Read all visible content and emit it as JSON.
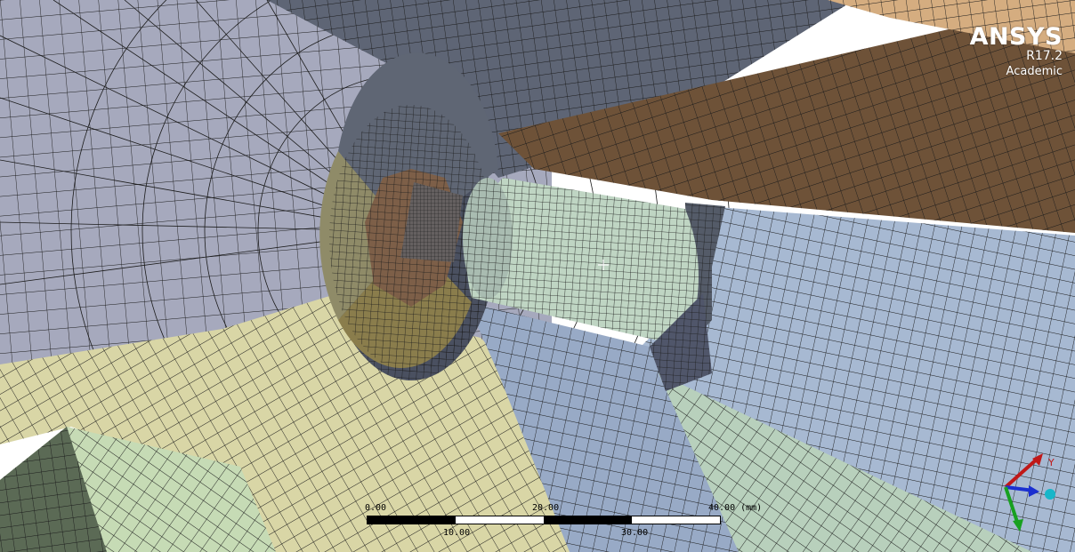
{
  "viewer": {
    "brand": "ANSYS",
    "version": "R17.2",
    "license": "Academic"
  },
  "scale_bar": {
    "unit_label": "40.00 (mm)",
    "ticks_top": [
      "0.00",
      "20.00",
      "40.00 (mm)"
    ],
    "ticks_bottom": [
      "10.00",
      "30.00"
    ]
  },
  "triad": {
    "axis_label_y": "Y",
    "colors": {
      "x": "#1a2fd0",
      "y": "#c01818",
      "z": "#18a020",
      "origin": "#17b6c9"
    }
  },
  "mesh_colors": {
    "grid_line": "#1b1b1b",
    "grey_blue": "#a6a9bd",
    "dark_grey": "#545b68",
    "brown": "#6e5238",
    "tan": "#d5ad80",
    "light_blue": "#a7b9d2",
    "cream": "#d9d6a6",
    "mint": "#c6dbb5",
    "teal": "#aab6b6",
    "olive": "#8a8968",
    "core": "#656060"
  }
}
